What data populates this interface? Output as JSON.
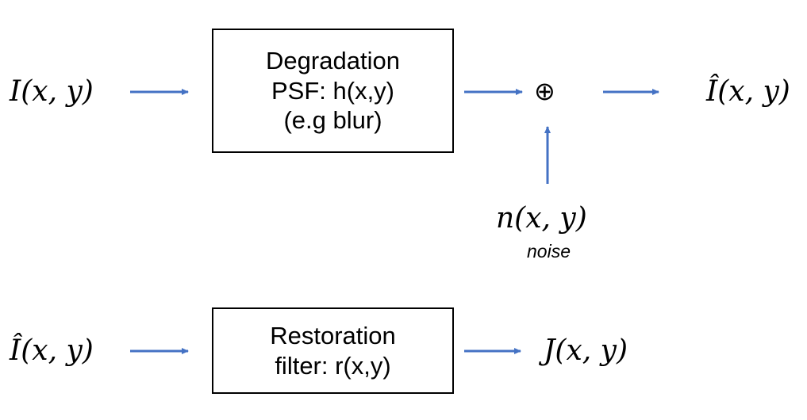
{
  "degradation": {
    "input": "I(x, y)",
    "block_lines": [
      "Degradation",
      "PSF: h(x,y)",
      "(e.g blur)"
    ],
    "sum_symbol": "⊕",
    "output": "Î(x, y)",
    "noise_symbol": "n(x, y)",
    "noise_label": "noise"
  },
  "restoration": {
    "input": "Î(x, y)",
    "block_lines": [
      "Restoration",
      "filter: r(x,y)"
    ],
    "output": "J(x, y)"
  },
  "colors": {
    "arrow": "#4472C4",
    "text": "#000000",
    "border": "#000000"
  }
}
